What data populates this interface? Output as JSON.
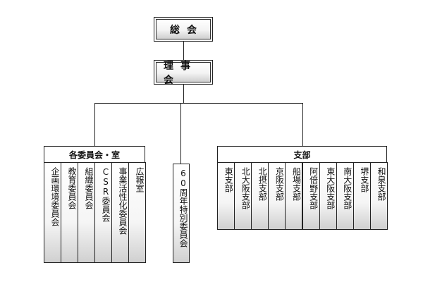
{
  "nodes": {
    "general_assembly": "総会",
    "board": "理事会",
    "committees_header": "各委員会・室",
    "anniversary_committee": "60周年特別委員会",
    "branches_header": "支部"
  },
  "committees": [
    "企画環境委員会",
    "教育委員会",
    "組織委員会",
    "CSR委員会",
    "事業活性化委員会",
    "広報室"
  ],
  "branches": [
    "東支部",
    "北大阪支部",
    "北摂支部",
    "京阪支部",
    "船場支部",
    "阿倍野支部",
    "東大阪支部",
    "南大阪支部",
    "堺支部",
    "和泉支部"
  ]
}
